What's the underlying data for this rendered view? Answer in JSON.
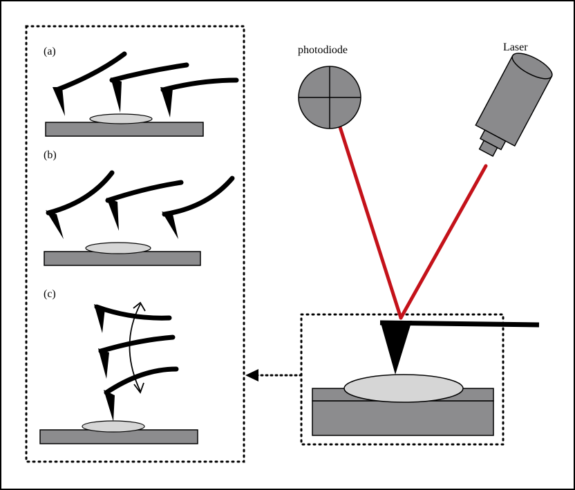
{
  "panels": {
    "a_label": "(a)",
    "b_label": "(b)",
    "c_label": "(c)"
  },
  "labels": {
    "photodiode": "photodiode",
    "laser": "Laser"
  },
  "colors": {
    "laser_beam": "#c4121a",
    "substrate": "#8c8c8e",
    "sample": "#d6d6d6",
    "photodiode_body": "#8a8a8c",
    "laser_body": "#8a8a8c",
    "line": "#000000"
  }
}
